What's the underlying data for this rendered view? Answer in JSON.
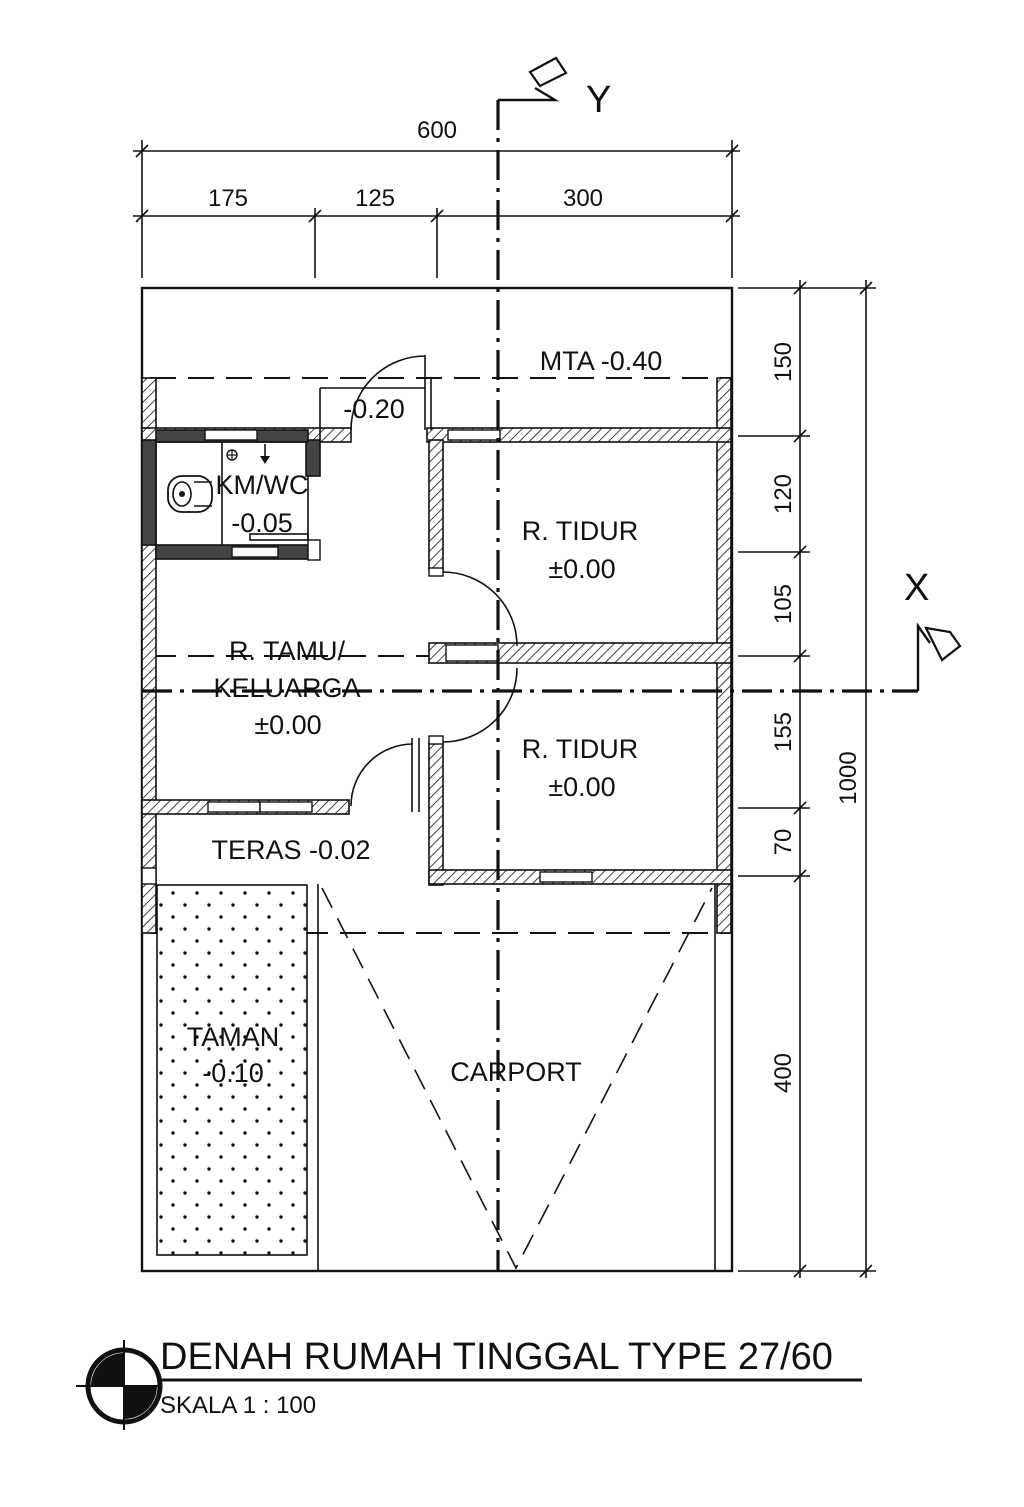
{
  "drawing": {
    "title": "DENAH RUMAH TINGGAL TYPE 27/60",
    "scale": "SKALA 1 : 100"
  },
  "axes": {
    "y": "Y",
    "x": "X"
  },
  "dimensions": {
    "top_total": "600",
    "top_segments": [
      "175",
      "125",
      "300"
    ],
    "right_segments": [
      "150",
      "120",
      "105",
      "155",
      "70",
      "400"
    ],
    "right_total": "1000"
  },
  "rooms": {
    "mta": "MTA -0.40",
    "porch_step": "-0.20",
    "kmwc_name": "KM/WC",
    "kmwc_level": "-0.05",
    "bedroom1_name": "R. TIDUR",
    "bedroom1_level": "±0.00",
    "living_name_1": "R. TAMU/",
    "living_name_2": "KELUARGA",
    "living_level": "±0.00",
    "bedroom2_name": "R. TIDUR",
    "bedroom2_level": "±0.00",
    "teras": "TERAS -0.02",
    "taman_name": "TAMAN",
    "taman_level": "-0.10",
    "carport": "CARPORT"
  }
}
